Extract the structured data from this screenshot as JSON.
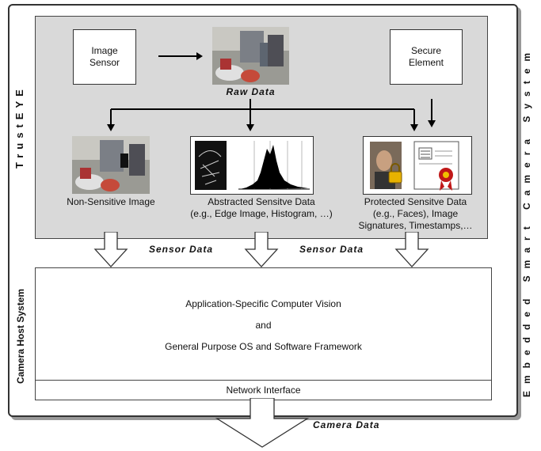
{
  "side_label_right": "Embedded Smart Camera System",
  "trust_label": "TrustEYE",
  "host_label": "Camera Host System",
  "image_sensor": "Image\nSensor",
  "secure_element": "Secure\nElement",
  "raw_data": "Raw Data",
  "outputs": [
    {
      "label": "Non-Sensitive Image"
    },
    {
      "label": "Abstracted Sensitve Data\n(e.g., Edge Image, Histogram, …)"
    },
    {
      "label": "Protected Sensitve Data\n(e.g., Faces), Image\nSignatures, Timestamps,…"
    }
  ],
  "sensor_data_1": "Sensor Data",
  "sensor_data_2": "Sensor Data",
  "host_lines": [
    "Application-Specific Computer Vision",
    "and",
    "General Purpose OS and Software Framework"
  ],
  "network_interface": "Network Interface",
  "camera_data": "Camera Data"
}
